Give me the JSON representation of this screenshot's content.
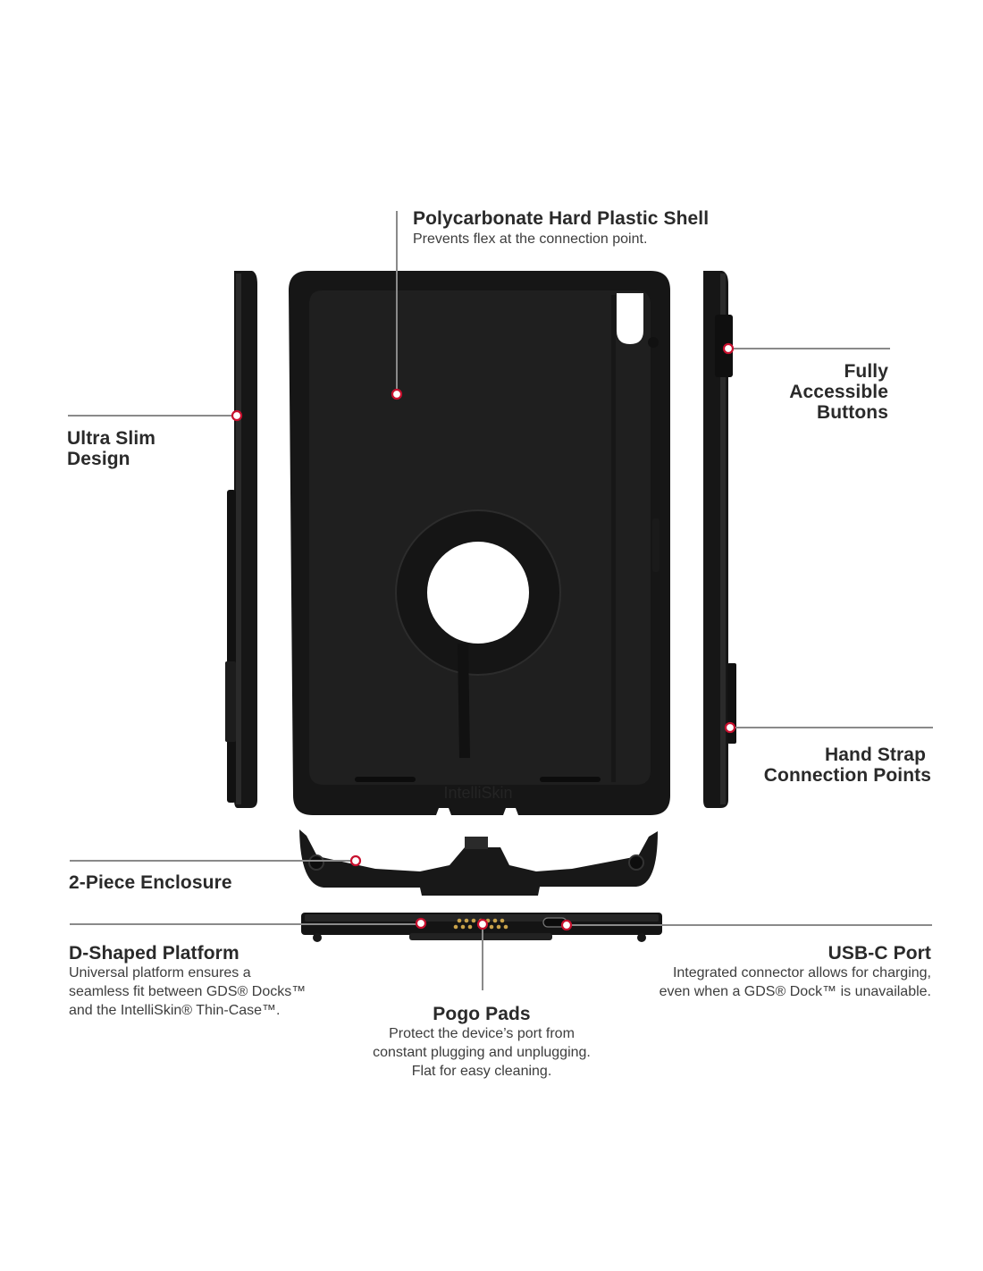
{
  "brand_mark": "IntelliSkin",
  "callouts": {
    "shell": {
      "title": "Polycarbonate Hard Plastic Shell",
      "desc": "Prevents flex at the connection point."
    },
    "slim": {
      "line1": "Ultra Slim",
      "line2": "Design"
    },
    "buttons": {
      "line1": "Fully",
      "line2": "Accessible",
      "line3": "Buttons"
    },
    "strap": {
      "line1": "Hand Strap",
      "line2": "Connection Points"
    },
    "enclosure": {
      "title": "2-Piece Enclosure"
    },
    "platform": {
      "title": "D-Shaped Platform",
      "desc1": "Universal platform ensures a",
      "desc2": "seamless fit between GDS® Docks™",
      "desc3": "and the IntelliSkin® Thin-Case™."
    },
    "usbc": {
      "title": "USB-C Port",
      "desc1": "Integrated connector allows for charging,",
      "desc2": "even when a GDS® Dock™ is unavailable."
    },
    "pogo": {
      "title": "Pogo Pads",
      "desc1": "Protect the device’s port from",
      "desc2": "constant plugging and unplugging.",
      "desc3": "Flat for easy cleaning."
    }
  },
  "colors": {
    "case": "#161616",
    "case_inner": "#1e1e1e",
    "case_edge": "#2e2e2e",
    "leader": "#8a8a8a",
    "marker": "#c8102e",
    "pogo_pins": "#c9a24a"
  }
}
